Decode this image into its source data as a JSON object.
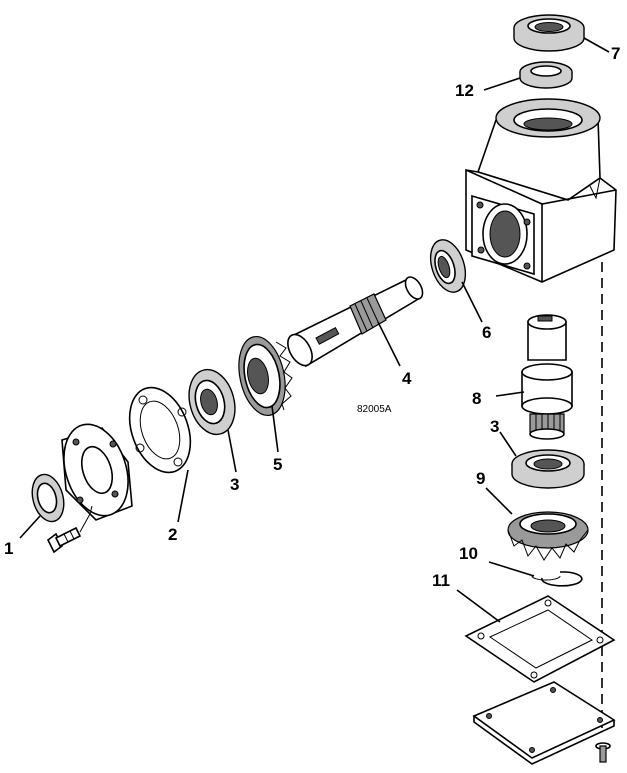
{
  "diagram": {
    "drawing_code": "82005A",
    "callouts": {
      "c1": "1",
      "c2": "2",
      "c3a": "3",
      "c3b": "3",
      "c4": "4",
      "c5": "5",
      "c6": "6",
      "c7": "7",
      "c8": "8",
      "c9": "9",
      "c10": "10",
      "c11": "11",
      "c12": "12"
    }
  }
}
